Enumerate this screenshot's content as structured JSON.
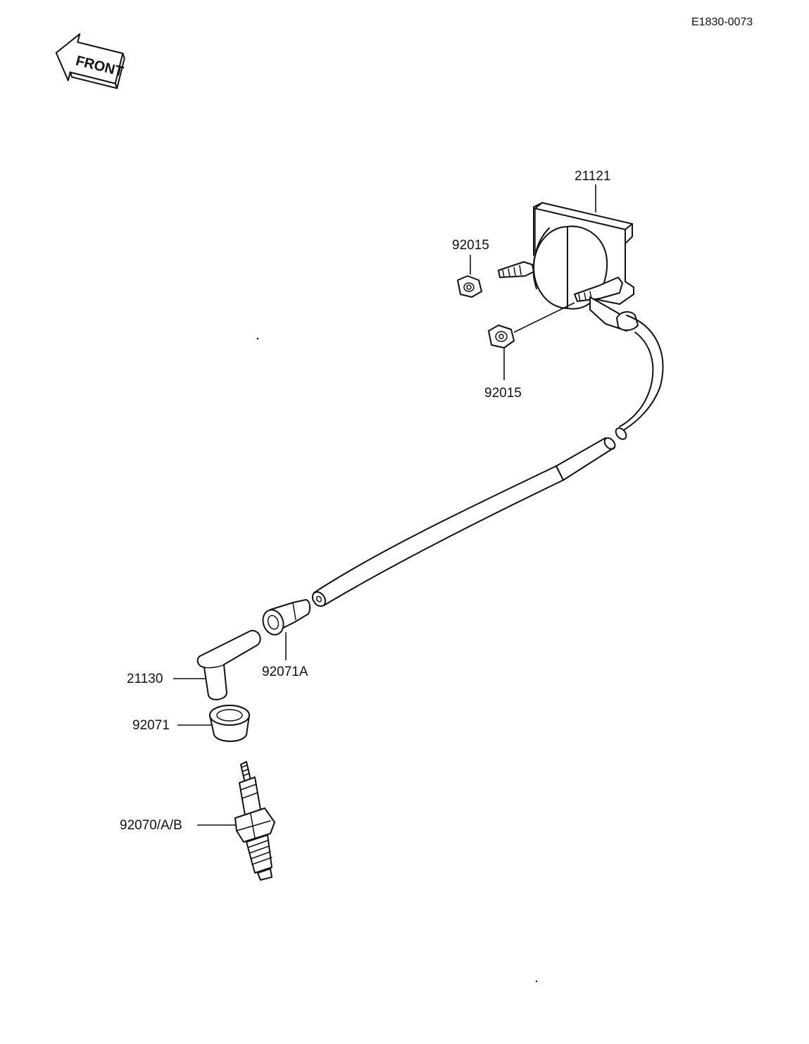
{
  "diagram_code": "E1830-0073",
  "direction_label": "FRONT",
  "parts": [
    {
      "number": "21121",
      "name_hint": "ignition-coil"
    },
    {
      "number": "92015",
      "name_hint": "nut-upper"
    },
    {
      "number": "92015",
      "name_hint": "nut-lower"
    },
    {
      "number": "92071A",
      "name_hint": "cap-seal"
    },
    {
      "number": "21130",
      "name_hint": "spark-plug-cap"
    },
    {
      "number": "92071",
      "name_hint": "boot-seal"
    },
    {
      "number": "92070/A/B",
      "name_hint": "spark-plug"
    }
  ]
}
